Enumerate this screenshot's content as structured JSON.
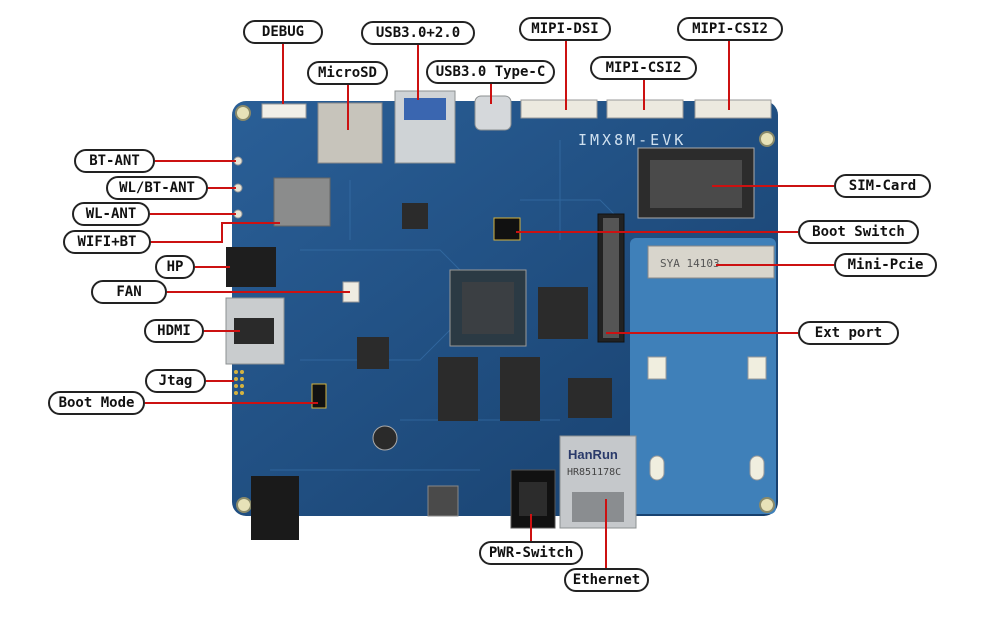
{
  "board": {
    "silkscreen": "IMX8M-EVK",
    "ethernet_brand": "HanRun",
    "ethernet_part": "HR851178C",
    "pcie_marking": "SYA 14103"
  },
  "labels": {
    "debug": "DEBUG",
    "usb3_usb2": "USB3.0+2.0",
    "mipi_dsi": "MIPI-DSI",
    "mipi_csi2_top": "MIPI-CSI2",
    "microsd": "MicroSD",
    "usb3_typec": "USB3.0 Type-C",
    "mipi_csi2_mid": "MIPI-CSI2",
    "bt_ant": "BT-ANT",
    "wl_bt_ant": "WL/BT-ANT",
    "wl_ant": "WL-ANT",
    "wifi_bt": "WIFI+BT",
    "hp": "HP",
    "fan": "FAN",
    "hdmi": "HDMI",
    "jtag": "Jtag",
    "boot_mode": "Boot Mode",
    "sim_card": "SIM-Card",
    "boot_switch": "Boot Switch",
    "mini_pcie": "Mini-Pcie",
    "ext_port": "Ext port",
    "pwr_switch": "PWR-Switch",
    "ethernet": "Ethernet"
  },
  "colors": {
    "leader": "#cc1111",
    "pcb": "#1c4f86",
    "pcb_light": "#3d7fb8",
    "callout_border": "#222222"
  }
}
